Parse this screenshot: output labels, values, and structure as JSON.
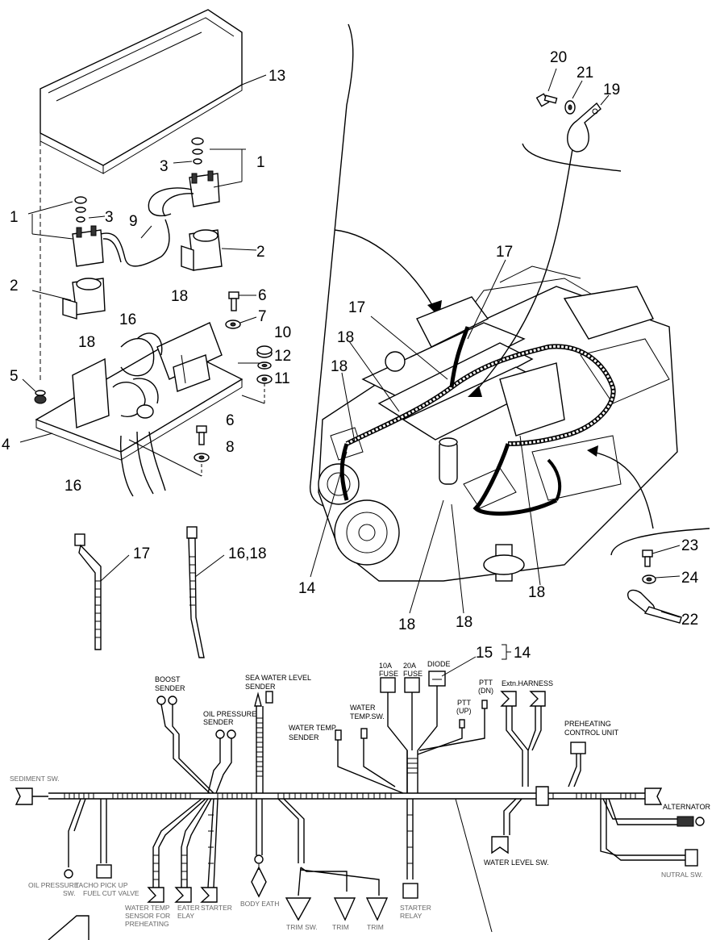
{
  "callouts": {
    "c1a": "1",
    "c1b": "1",
    "c2a": "2",
    "c2b": "2",
    "c3a": "3",
    "c3b": "3",
    "c4": "4",
    "c5": "5",
    "c6a": "6",
    "c6b": "6",
    "c7": "7",
    "c8": "8",
    "c9": "9",
    "c10": "10",
    "c11": "11",
    "c12": "12",
    "c13": "13",
    "c14a": "14",
    "c14b": "14",
    "c15": "15",
    "c16a": "16",
    "c16b": "16",
    "c1618": "16,18",
    "c17a": "17",
    "c17b": "17",
    "c17c": "17",
    "c18a": "18",
    "c18b": "18",
    "c18c": "18",
    "c18d": "18",
    "c18e": "18",
    "c18f": "18",
    "c18g": "18",
    "c19": "19",
    "c20": "20",
    "c21": "21",
    "c22": "22",
    "c23": "23",
    "c24": "24"
  },
  "schematic": {
    "boost": "BOOST",
    "boost2": "SENDER",
    "seawater": "SEA WATER LEVEL",
    "seawater2": "SENDER",
    "oilp": "OIL PRESSURE",
    "oilp2": "SENDER",
    "fuse10": "10A",
    "fuse10b": "FUSE",
    "fuse20": "20A",
    "fuse20b": "FUSE",
    "diode": "DIODE",
    "pttdn": "PTT",
    "pttdn2": "(DN)",
    "pttup": "PTT",
    "pttup2": "(UP)",
    "extn": "Extn.HARNESS",
    "wtemp": "WATER TEMP.",
    "wtemp2": "SENDER",
    "wtempsw": "WATER",
    "wtempsw2": "TEMP.SW.",
    "preheat": "PREHEATING",
    "preheat2": "CONTROL UNIT",
    "sediment": "SEDIMENT SW.",
    "alternator": "ALTERNATOR",
    "neutral": "NUTRAL SW.",
    "waterlevel": "WATER LEVEL SW.",
    "oilpsw": "OIL PRESSURE",
    "oilpsw2": "SW.",
    "tacho": "TACHO PICK UP",
    "fuelcut": "FUEL CUT VALVE",
    "wtempsensor": "WATER TEMP",
    "wtempsensor2": "SENSOR FOR",
    "wtempsensor3": "PREHEATING",
    "heater": "EATER",
    "heater2": "ELAY",
    "starter": "STARTER",
    "bodyearth": "BODY EATH",
    "trim1": "TRIM SW.",
    "trim2": "TRIM",
    "trim3": "TRIM",
    "starterrelay": "STARTER",
    "starterrelay2": "RELAY"
  }
}
